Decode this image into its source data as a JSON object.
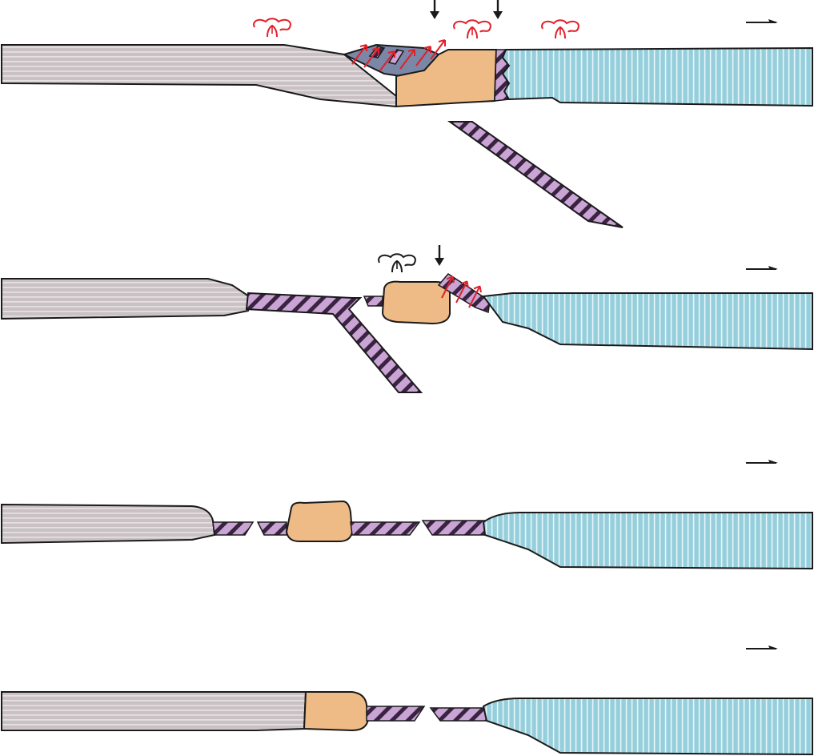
{
  "figure": {
    "type": "tectonic-evolution-cross-sections",
    "panel_count": 4,
    "text_labels": []
  },
  "colors": {
    "continent_left_fill": "#c9c1c3",
    "continent_left_stripe": "#ece7e9",
    "continent_right_fill": "#96cfdc",
    "continent_right_stripe": "#e8f6f9",
    "microcontinent_fill": "#eebb86",
    "oceanic_crust_fill": "#c9a4d5",
    "oceanic_crust_hatch": "#3a2340",
    "accretionary_wedge_fill": "#7b87a6",
    "magmatism_arc_red": "#e0202a",
    "magmatism_black": "#1a1a1a",
    "outline": "#1a1a1a"
  },
  "symbols": {
    "magmatism": "volcanic-arc-symbol",
    "subsidence": "down-arrow-icon",
    "convergence": "right-arrow-icon",
    "thrusting": "thrust-arrow-icon"
  }
}
